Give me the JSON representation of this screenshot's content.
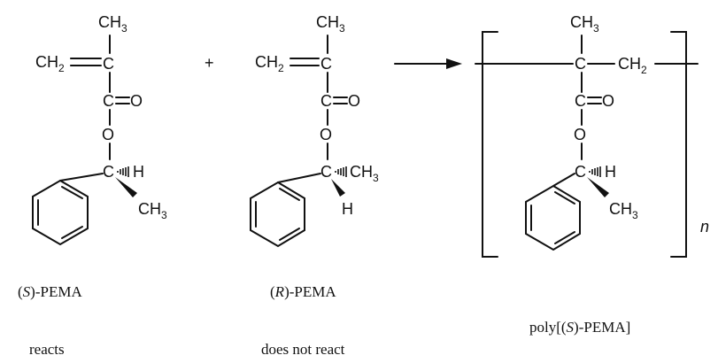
{
  "operator_plus": "+",
  "atoms": {
    "ch2": "CH",
    "ch3": "CH",
    "sub2": "2",
    "sub3": "3",
    "c": "C",
    "o": "O",
    "h": "H",
    "subscript_n": "n"
  },
  "captions": {
    "s_monomer": {
      "open": "(",
      "config": "S",
      "rest": ")-PEMA",
      "status": "reacts"
    },
    "r_monomer": {
      "open": "(",
      "config": "R",
      "rest": ")-PEMA",
      "status": "does not react"
    },
    "polymer": {
      "prefix": "poly[(",
      "config": "S",
      "rest": ")-PEMA]"
    }
  }
}
